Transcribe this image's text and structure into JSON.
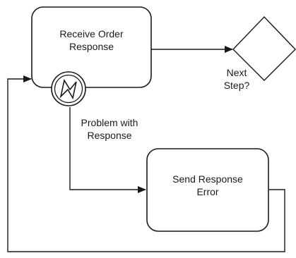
{
  "tasks": {
    "receive_order": {
      "line1": "Receive Order",
      "line2": "Response"
    },
    "send_error": {
      "line1": "Send Response",
      "line2": "Error"
    }
  },
  "gateway": {
    "line1": "Next",
    "line2": "Step?"
  },
  "boundary_event": {
    "line1": "Problem with",
    "line2": "Response",
    "icon": "error-event-icon"
  },
  "colors": {
    "stroke": "#1a1a1a",
    "fill": "#ffffff"
  }
}
